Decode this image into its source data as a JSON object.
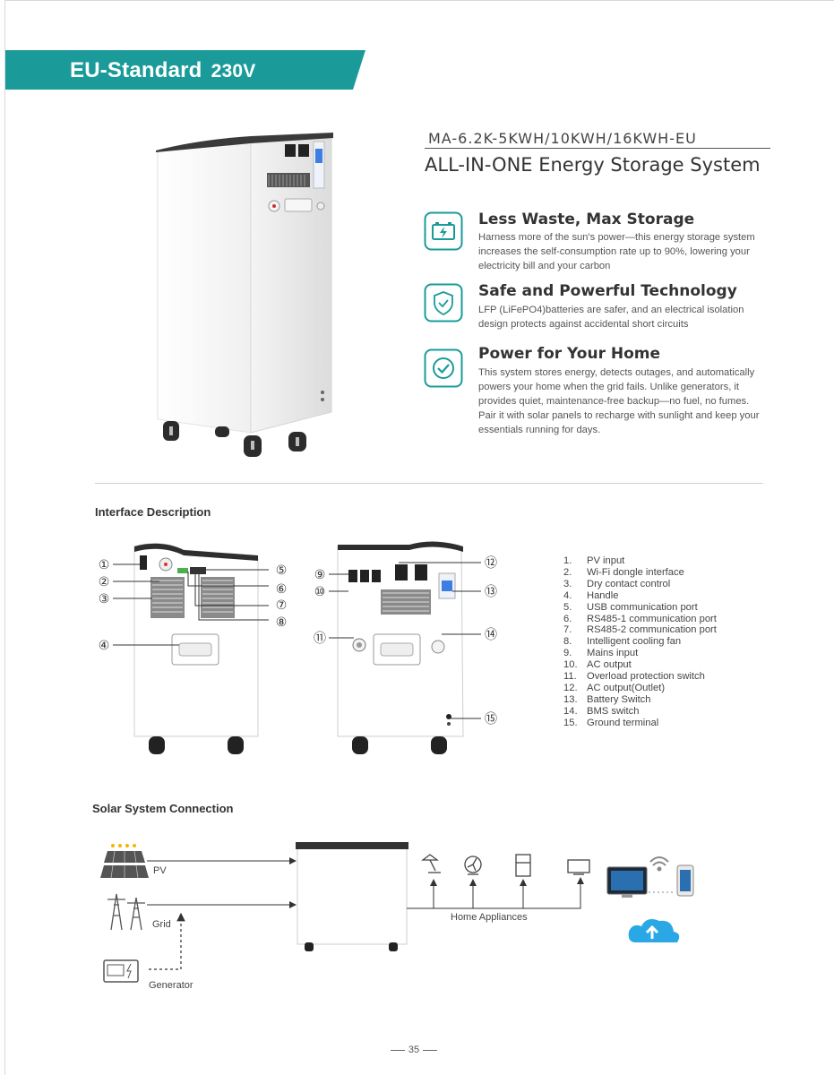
{
  "banner": {
    "title": "EU-Standard",
    "voltage": "230V",
    "color": "#1a9b9a"
  },
  "product": {
    "model": "MA-6.2K-5KWH/10KWH/16KWH-EU",
    "title": "ALL-IN-ONE  Energy Storage System"
  },
  "features": [
    {
      "icon": "battery-icon",
      "title": "Less Waste, Max Storage",
      "lines": [
        "Harness more of the sun's power—this  energy storage system",
        "increases the self-consumption rate up to 90%, lowering your",
        "electricity bill and your carbon"
      ]
    },
    {
      "icon": "shield-check-icon",
      "title": "Safe and Powerful Technology",
      "lines": [
        "LFP (LiFePO4)batteries are safer, and an electrical isolation",
        "design protects against accidental short circuits"
      ]
    },
    {
      "icon": "check-circle-icon",
      "title": "Power for Your Home",
      "lines": [
        "This system stores energy, detects outages, and automatically",
        "powers your home when the grid fails. Unlike generators, it",
        "provides quiet, maintenance-free backup—no fuel, no fumes.",
        "Pair it with solar panels to recharge with sunlight and keep your",
        "essentials running for days."
      ]
    }
  ],
  "interface": {
    "title": "Interface Description",
    "callouts_left": [
      "①",
      "②",
      "③",
      "④",
      "⑤",
      "⑥",
      "⑦",
      "⑧"
    ],
    "callouts_right": [
      "⑨",
      "⑩",
      "⑪",
      "⑫",
      "⑬",
      "⑭",
      "⑮"
    ],
    "items": [
      {
        "num": "1.",
        "label": "PV input"
      },
      {
        "num": "2.",
        "label": "Wi-Fi dongle interface"
      },
      {
        "num": "3.",
        "label": "Dry contact control"
      },
      {
        "num": "4.",
        "label": "Handle"
      },
      {
        "num": "5.",
        "label": "USB communication port"
      },
      {
        "num": "6.",
        "label": "RS485-1 communication port"
      },
      {
        "num": "7.",
        "label": "RS485-2 communication port"
      },
      {
        "num": "8.",
        "label": "Intelligent cooling fan"
      },
      {
        "num": "9.",
        "label": "Mains input"
      },
      {
        "num": "10.",
        "label": "AC output"
      },
      {
        "num": "11.",
        "label": "Overload protection switch"
      },
      {
        "num": "12.",
        "label": "AC output(Outlet)"
      },
      {
        "num": "13.",
        "label": "Battery Switch"
      },
      {
        "num": "14.",
        "label": "BMS switch"
      },
      {
        "num": "15.",
        "label": "Ground terminal"
      }
    ]
  },
  "connection": {
    "title": "Solar System Connection",
    "pv": "PV",
    "grid": "Grid",
    "generator": "Generator",
    "appliances": "Home Appliances"
  },
  "page_number": "35"
}
